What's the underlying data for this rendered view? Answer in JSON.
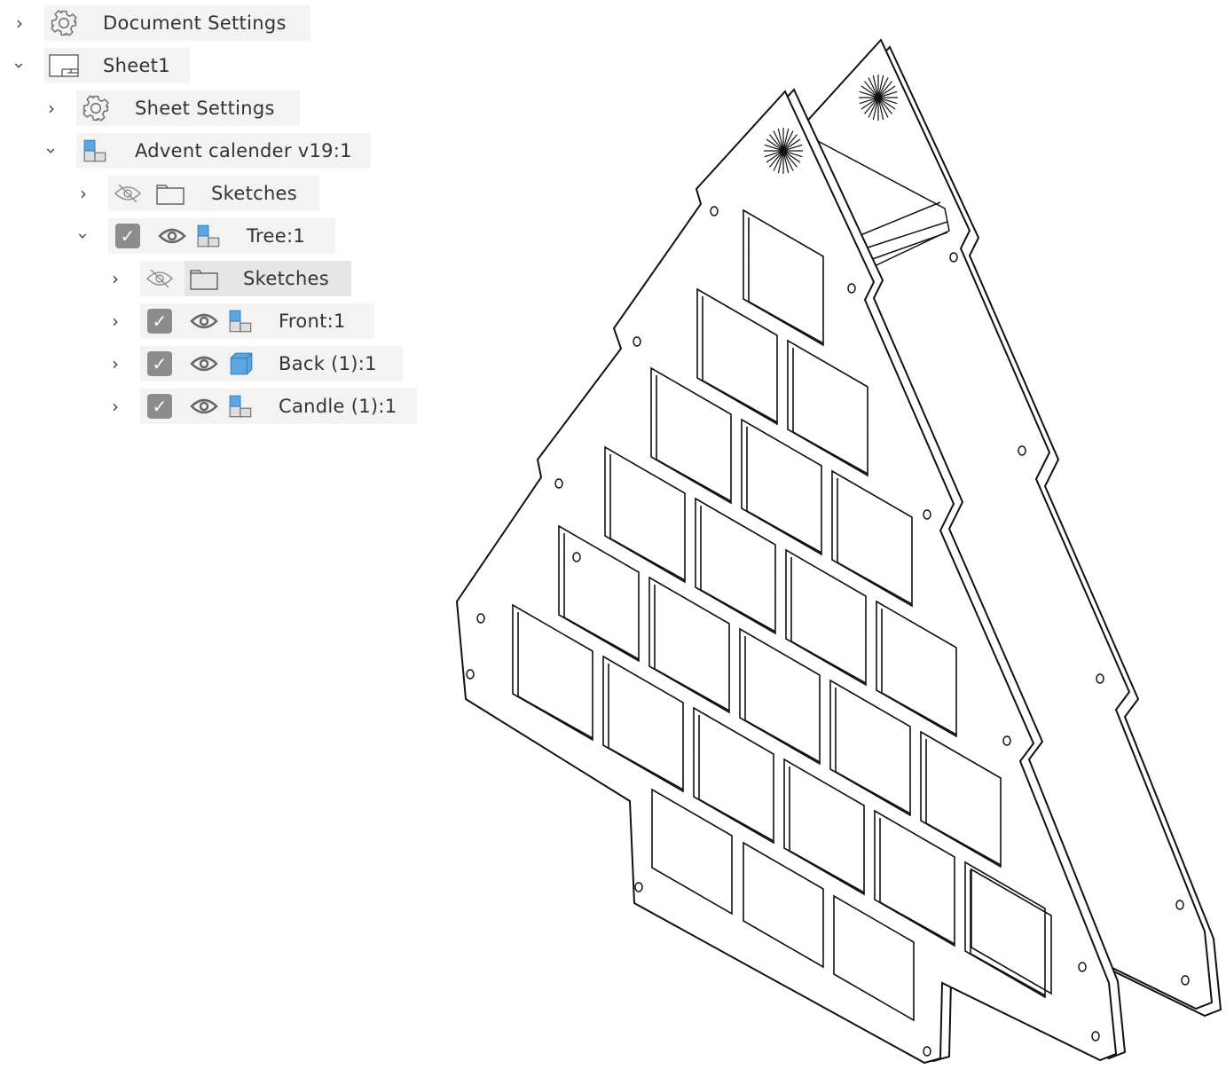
{
  "browser": {
    "items": [
      {
        "label": "Document Settings",
        "expanded": false
      },
      {
        "label": "Sheet1",
        "expanded": true
      },
      {
        "label": "Sheet Settings",
        "expanded": false
      },
      {
        "label": "Advent calender v19:1",
        "expanded": true
      },
      {
        "label": "Sketches",
        "expanded": false,
        "visible": false
      },
      {
        "label": "Tree:1",
        "expanded": true,
        "checked": true,
        "visible": true
      },
      {
        "label": "Sketches",
        "expanded": false,
        "visible": false
      },
      {
        "label": "Front:1",
        "expanded": false,
        "checked": true,
        "visible": true
      },
      {
        "label": "Back (1):1",
        "expanded": false,
        "checked": true,
        "visible": true
      },
      {
        "label": "Candle (1):1",
        "expanded": false,
        "checked": true,
        "visible": true
      }
    ]
  },
  "colors": {
    "component_blue": "#5aa7e3",
    "checkbox": "#8c8c8c",
    "row_bg": "#f3f3f3"
  }
}
